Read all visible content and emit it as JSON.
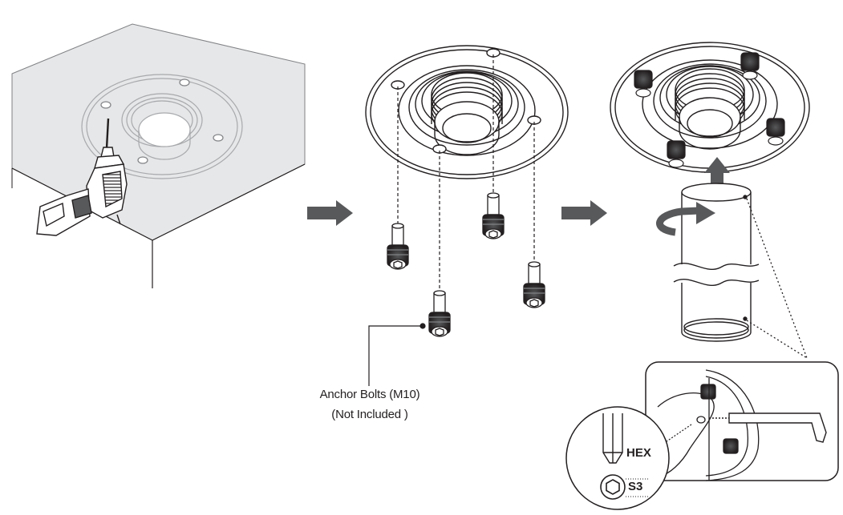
{
  "callout": {
    "line1": "Anchor Bolts (M10)",
    "line2": "(Not Included )"
  },
  "tool": {
    "hex": "HEX",
    "size": "S3"
  },
  "steps": [
    {
      "name": "drill-holes"
    },
    {
      "name": "fasten-anchor-bolts"
    },
    {
      "name": "screw-pipe-into-mount"
    }
  ],
  "colors": {
    "line": "#231f20",
    "arrow": "#58595b",
    "surface": "#e6e7e8",
    "shade": "#bcbec0"
  }
}
